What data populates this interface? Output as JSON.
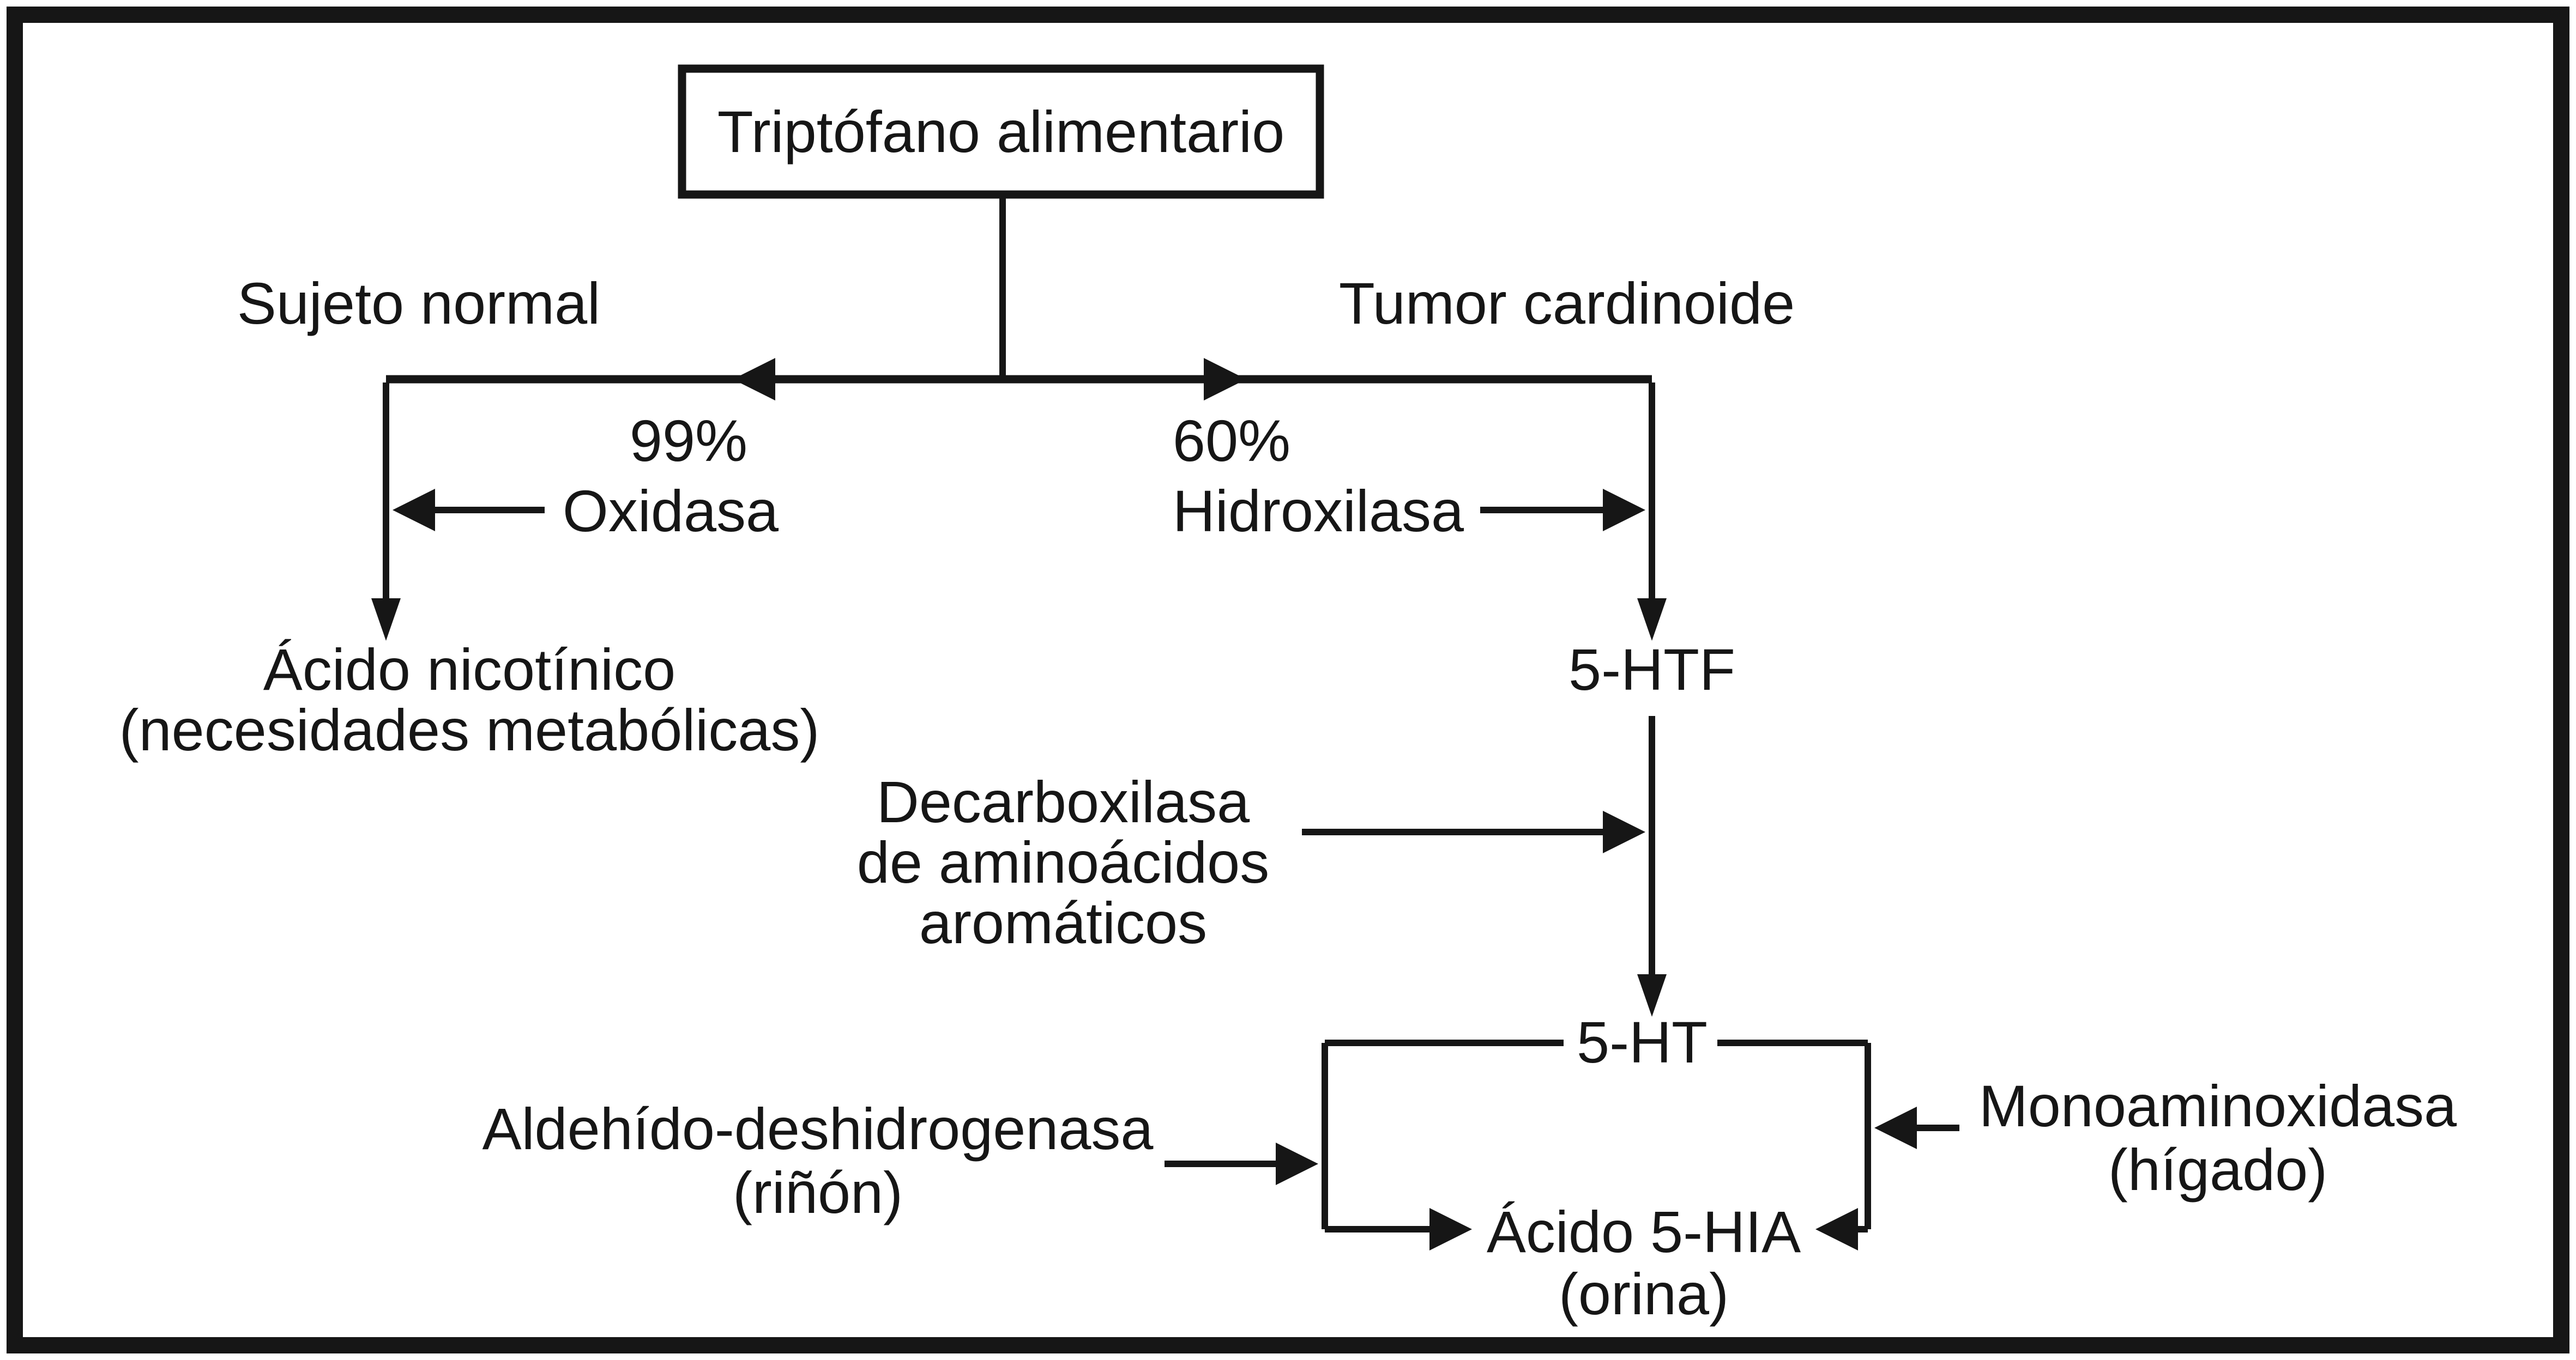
{
  "colors": {
    "ink": "#161616",
    "paper": "#ffffff"
  },
  "top_box": {
    "label": "Triptófano alimentario"
  },
  "branches": {
    "left": {
      "header": "Sujeto normal",
      "percent": "99%",
      "enzyme": "Oxidasa",
      "product": [
        "Ácido nicotínico",
        "(necesidades metabólicas)"
      ]
    },
    "right": {
      "header": "Tumor cardinoide",
      "percent": "60%",
      "enzyme": "Hidroxilasa",
      "product": "5-HTF"
    }
  },
  "pathway": {
    "decarboxylase": [
      "Decarboxilasa",
      "de aminoácidos",
      "aromáticos"
    ],
    "serotonin": "5-HT",
    "aldehyde_dehydrogenase": [
      "Aldehído-deshidrogenasa",
      "(riñón)"
    ],
    "monoamine_oxidase": [
      "Monoaminoxidasa",
      "(hígado)"
    ],
    "final_product": [
      "Ácido 5-HIA",
      "(orina)"
    ]
  }
}
